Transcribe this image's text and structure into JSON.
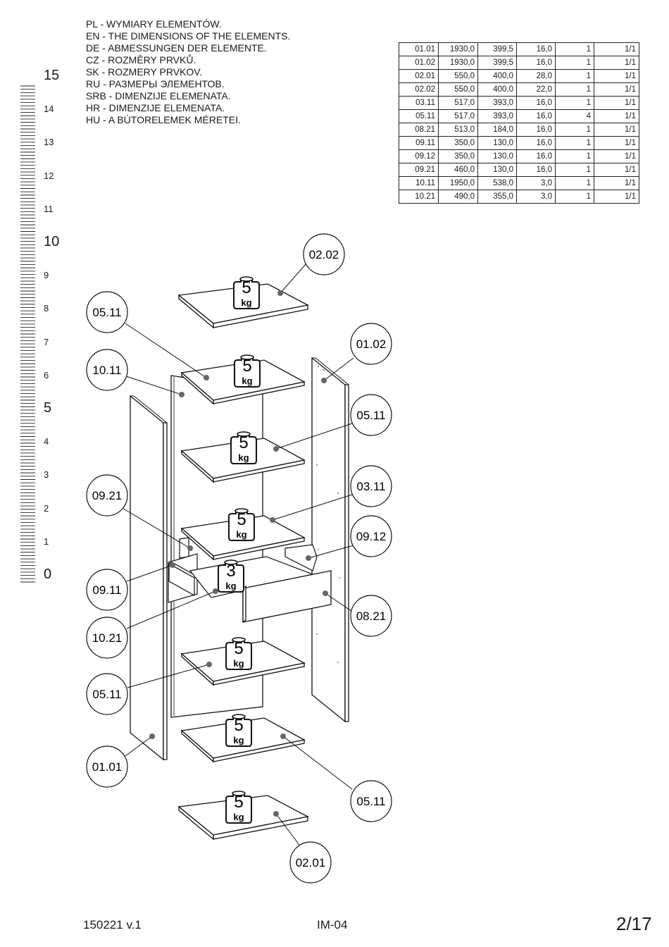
{
  "heading_lines": [
    "PL - WYMIARY ELEMENTÓW.",
    "EN - THE DIMENSIONS OF THE ELEMENTS.",
    "DE - ABMESSUNGEN DER ELEMENTE.",
    "CZ - ROZMĚRY PRVKŮ.",
    "SK - ROZMERY PRVKOV.",
    "RU - РАЗМЕРЫ ЭЛЕМЕНТОВ.",
    "SRB - DIMENZIJE ELEMENATA.",
    "HR - DIMENZIJE ELEMENATA.",
    "HU - A BÚTORELEMEK MÉRETEI."
  ],
  "dimensions_table": [
    [
      "01.01",
      "1930,0",
      "399,5",
      "16,0",
      "1",
      "1/1"
    ],
    [
      "01.02",
      "1930,0",
      "399,5",
      "16,0",
      "1",
      "1/1"
    ],
    [
      "02.01",
      "550,0",
      "400,0",
      "28,0",
      "1",
      "1/1"
    ],
    [
      "02.02",
      "550,0",
      "400,0",
      "22,0",
      "1",
      "1/1"
    ],
    [
      "03.11",
      "517,0",
      "393,0",
      "16,0",
      "1",
      "1/1"
    ],
    [
      "05.11",
      "517,0",
      "393,0",
      "16,0",
      "4",
      "1/1"
    ],
    [
      "08.21",
      "513,0",
      "184,0",
      "16,0",
      "1",
      "1/1"
    ],
    [
      "09.11",
      "350,0",
      "130,0",
      "16,0",
      "1",
      "1/1"
    ],
    [
      "09.12",
      "350,0",
      "130,0",
      "16,0",
      "1",
      "1/1"
    ],
    [
      "09.21",
      "460,0",
      "130,0",
      "16,0",
      "1",
      "1/1"
    ],
    [
      "10.11",
      "1950,0",
      "538,0",
      "3,0",
      "1",
      "1/1"
    ],
    [
      "10.21",
      "490,0",
      "355,0",
      "3,0",
      "1",
      "1/1"
    ]
  ],
  "ruler": {
    "labels": [
      "15",
      "14",
      "13",
      "12",
      "11",
      "10",
      "9",
      "8",
      "7",
      "6",
      "5",
      "4",
      "3",
      "2",
      "1",
      "0"
    ],
    "big_labels": [
      "15",
      "10",
      "5",
      "0"
    ]
  },
  "callouts": {
    "c_0202": "02.02",
    "c_0511a": "05.11",
    "c_1011": "10.11",
    "c_0102": "01.02",
    "c_0511b": "05.11",
    "c_0311": "03.11",
    "c_0921": "09.21",
    "c_0912": "09.12",
    "c_0911": "09.11",
    "c_0821": "08.21",
    "c_1021": "10.21",
    "c_0511c": "05.11",
    "c_0101": "01.01",
    "c_0511d": "05.11",
    "c_0201": "02.01"
  },
  "weights": {
    "five": "5",
    "three": "3",
    "unit": "kg"
  },
  "footer": {
    "code": "150221  v.1",
    "model": "IM-04",
    "page": "2/17"
  }
}
